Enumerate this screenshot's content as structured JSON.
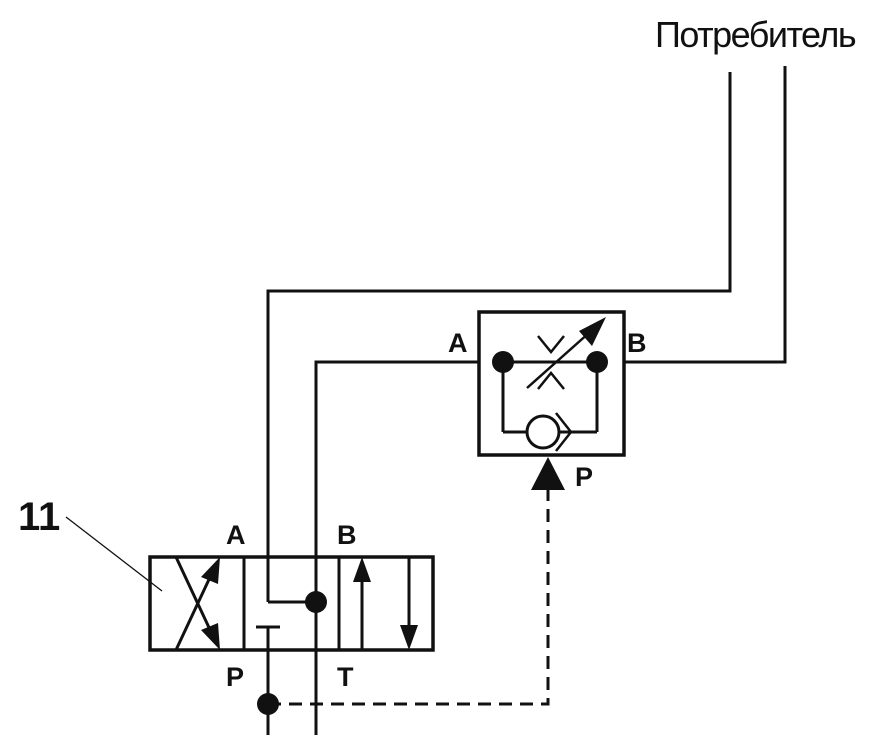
{
  "consumer_label": "Потребитель",
  "component_number": "11",
  "directional_valve": {
    "port_a": "A",
    "port_b": "B",
    "port_p": "P",
    "port_t": "T"
  },
  "flow_valve": {
    "port_a": "A",
    "port_b": "B",
    "port_p": "P"
  },
  "line_color": "#111111"
}
